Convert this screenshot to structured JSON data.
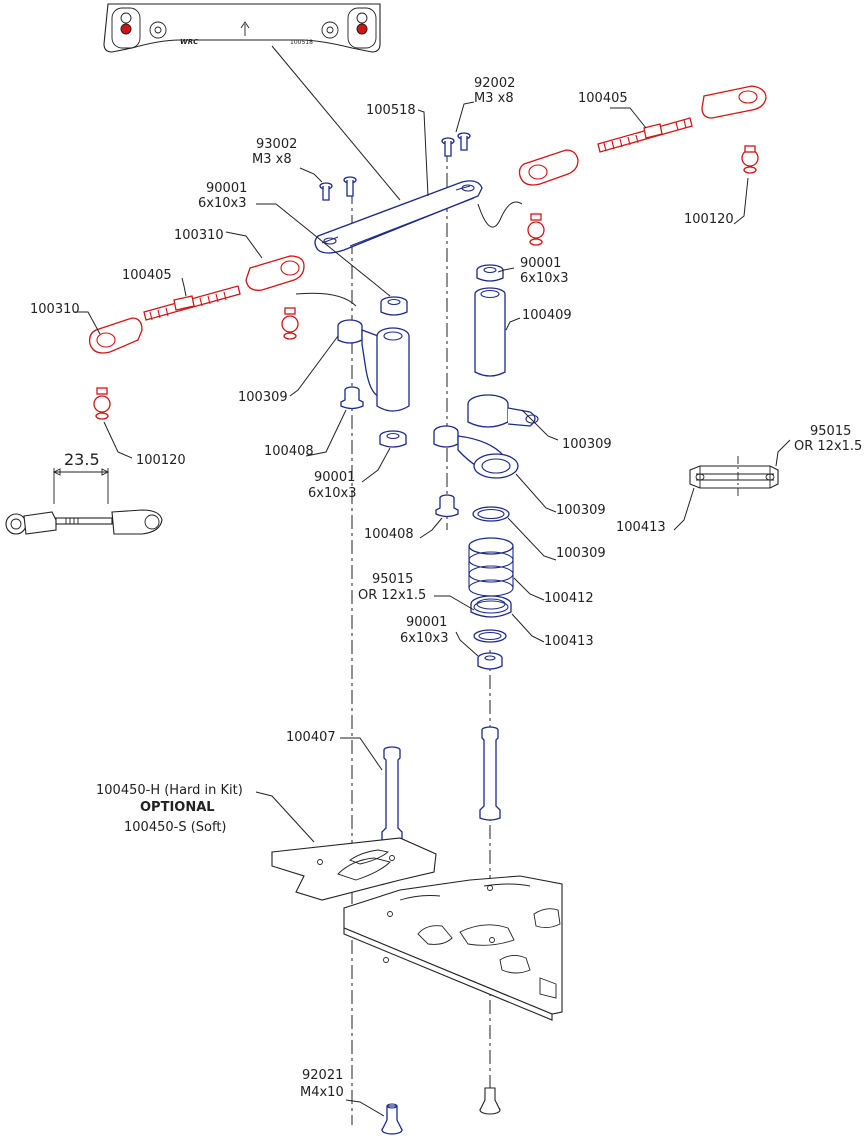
{
  "labels": {
    "p100518": "100518",
    "p92002_a": "92002",
    "p92002_b": "M3 x8",
    "p100405_top": "100405",
    "p93002_a": "93002",
    "p93002_b": "M3 x8",
    "p90001_a1": "90001",
    "p90001_b1": "6x10x3",
    "p100310_top": "100310",
    "p100405_left": "100405",
    "p100310_left": "100310",
    "p100120_right": "100120",
    "p90001_a2": "90001",
    "p90001_b2": "6x10x3",
    "p100409": "100409",
    "p100309_a": "100309",
    "p100408_a": "100408",
    "p100120_left": "100120",
    "p100309_b": "100309",
    "p90001_a3": "90001",
    "p90001_b3": "6x10x3",
    "p100309_c": "100309",
    "p95015_right_a": "95015",
    "p95015_right_b": "OR 12x1.5",
    "p100408_b": "100408",
    "p100309_d": "100309",
    "p100413_right": "100413",
    "p95015_a": "95015",
    "p95015_b": "OR 12x1.5",
    "p100412": "100412",
    "p100413": "100413",
    "p90001_a4": "90001",
    "p90001_b4": "6x10x3",
    "p100407": "100407",
    "p100450_h": "100450-H (Hard in Kit)",
    "p100450_opt": "OPTIONAL",
    "p100450_s": "100450-S (Soft)",
    "p92021_a": "92021",
    "p92021_b": "M4x10",
    "dim_23_5": "23.5",
    "plate_brand": "WRC",
    "plate_number": "100518"
  },
  "colors": {
    "part_blue": "#1c2a8a",
    "part_red": "#d41414",
    "line": "#222222"
  }
}
